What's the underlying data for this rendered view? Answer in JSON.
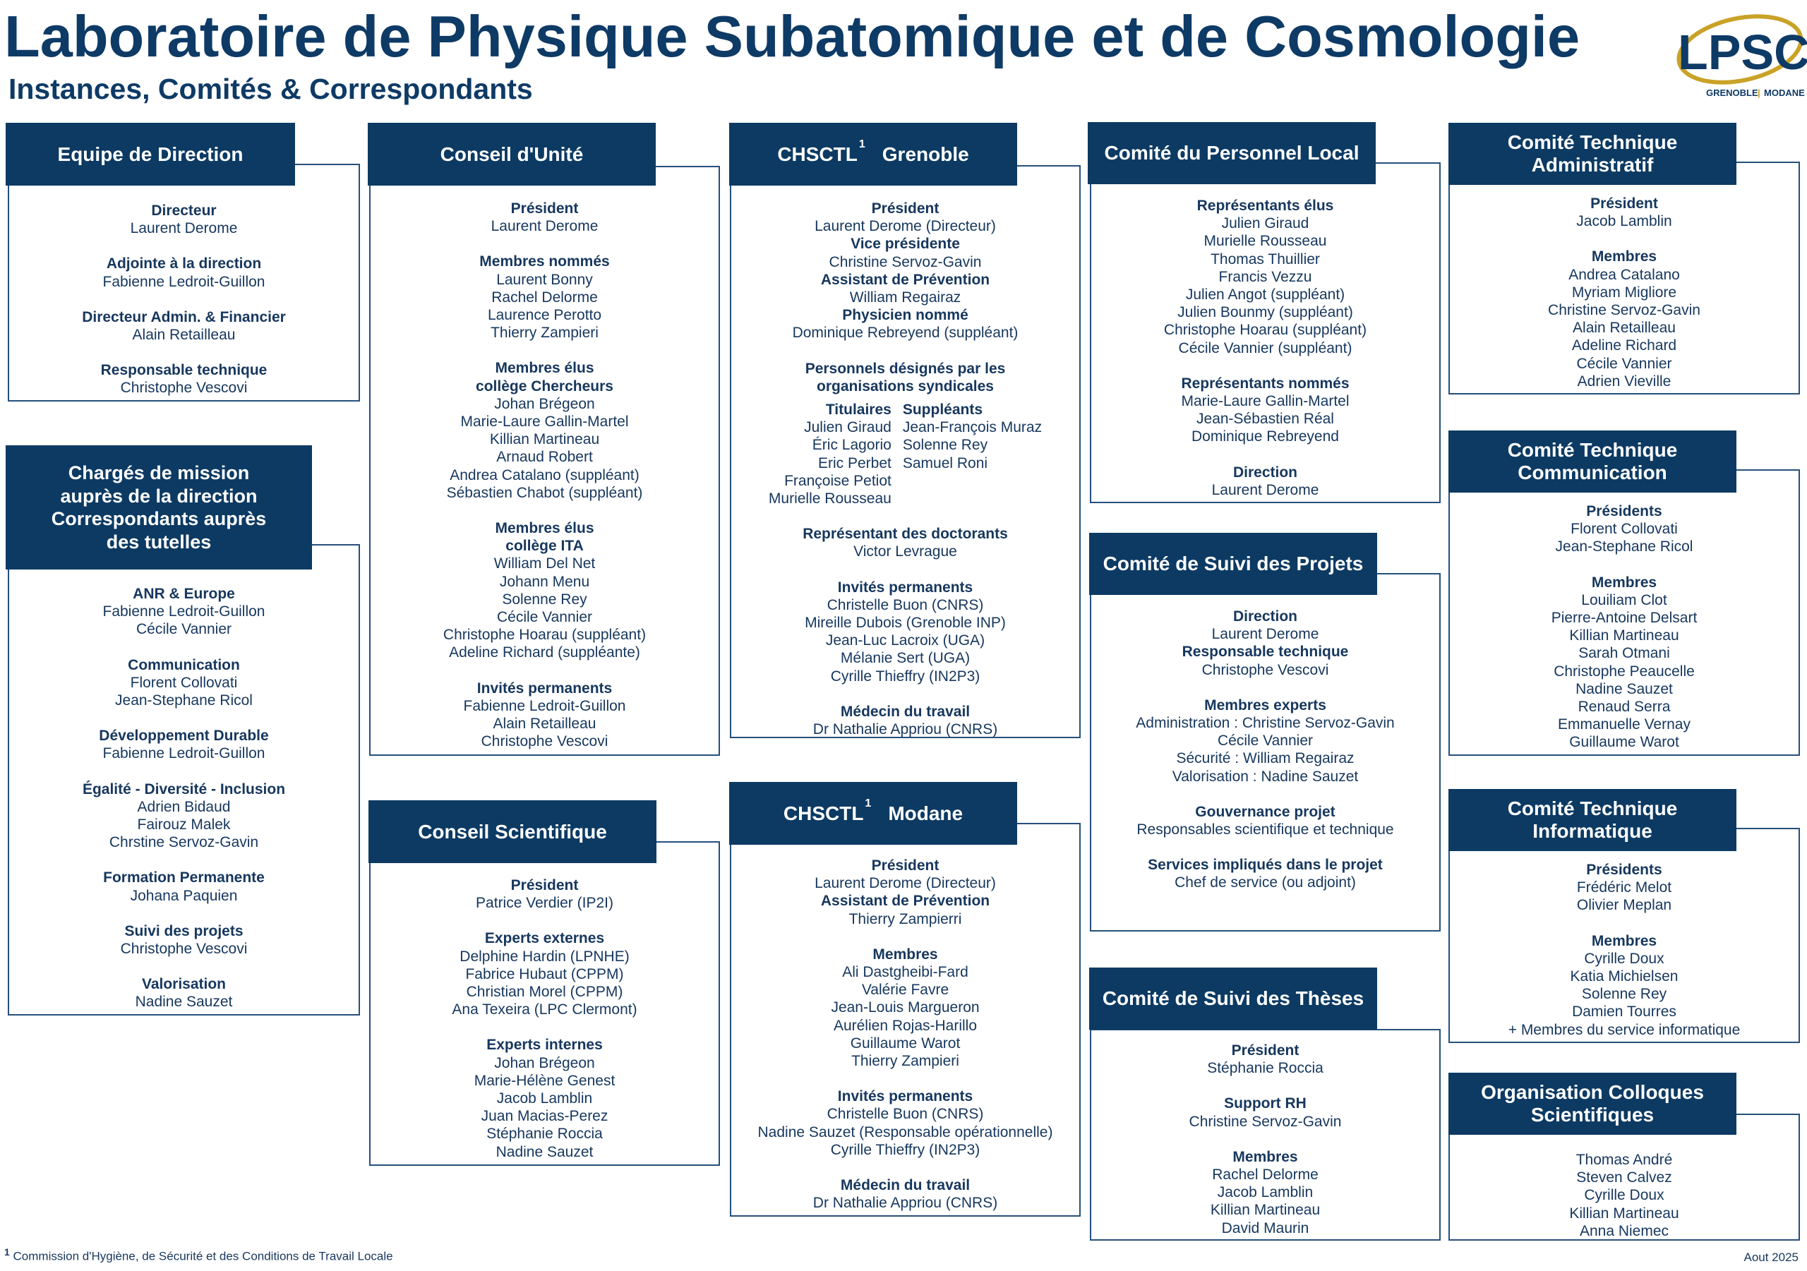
{
  "title": "Laboratoire de Physique Subatomique et de Cosmologie",
  "subtitle": "Instances, Comités & Correspondants",
  "logo": {
    "text": "LPSC",
    "sub_left": "GRENOBLE",
    "sub_right": "MODANE",
    "sep": "|",
    "colors": {
      "blue": "#0e3a66",
      "gold": "#c9a227"
    }
  },
  "colors": {
    "header_bg": "#0c3a63",
    "border": "#26507d",
    "text": "#16375e"
  },
  "panels": {
    "direction": {
      "title": "Equipe de Direction",
      "sections": [
        {
          "label": "Directeur",
          "names": [
            "Laurent Derome"
          ]
        },
        {
          "label": "Adjointe à la direction",
          "names": [
            "Fabienne Ledroit-Guillon"
          ]
        },
        {
          "label": "Directeur Admin. & Financier",
          "names": [
            "Alain Retailleau"
          ]
        },
        {
          "label": "Responsable technique",
          "names": [
            "Christophe Vescovi"
          ]
        }
      ]
    },
    "missions": {
      "title": "Chargés de mission auprès de la direction Correspondants auprès des tutelles",
      "sections": [
        {
          "label": "ANR & Europe",
          "names": [
            "Fabienne Ledroit-Guillon",
            "Cécile Vannier"
          ]
        },
        {
          "label": "Communication",
          "names": [
            "Florent Collovati",
            "Jean-Stephane Ricol"
          ]
        },
        {
          "label": "Développement Durable",
          "names": [
            "Fabienne Ledroit-Guillon"
          ]
        },
        {
          "label": "Égalité - Diversité - Inclusion",
          "names": [
            "Adrien Bidaud",
            "Fairouz Malek",
            "Chrstine Servoz-Gavin"
          ]
        },
        {
          "label": "Formation Permanente",
          "names": [
            "Johana Paquien"
          ]
        },
        {
          "label": "Suivi des projets",
          "names": [
            "Christophe Vescovi"
          ]
        },
        {
          "label": "Valorisation",
          "names": [
            "Nadine Sauzet"
          ]
        }
      ]
    },
    "conseil_unite": {
      "title": "Conseil d'Unité",
      "sections": [
        {
          "label": "Président",
          "names": [
            "Laurent Derome"
          ]
        },
        {
          "label": "Membres nommés",
          "names": [
            "Laurent Bonny",
            "Rachel Delorme",
            "Laurence Perotto",
            "Thierry Zampieri"
          ]
        },
        {
          "label": "Membres élus collège Chercheurs",
          "names": [
            "Johan Brégeon",
            "Marie-Laure Gallin-Martel",
            "Killian Martineau",
            "Arnaud Robert",
            "Andrea Catalano (suppléant)",
            "Sébastien Chabot (suppléant)"
          ]
        },
        {
          "label": "Membres élus collège ITA",
          "names": [
            "William Del Net",
            "Johann Menu",
            "Solenne Rey",
            "Cécile Vannier",
            "Christophe Hoarau (suppléant)",
            "Adeline Richard (suppléante)"
          ]
        },
        {
          "label": "Invités permanents",
          "names": [
            "Fabienne Ledroit-Guillon",
            "Alain Retailleau",
            "Christophe Vescovi"
          ]
        }
      ]
    },
    "conseil_scientifique": {
      "title": "Conseil Scientifique",
      "sections": [
        {
          "label": "Président",
          "names": [
            "Patrice Verdier (IP2I)"
          ]
        },
        {
          "label": "Experts externes",
          "names": [
            "Delphine Hardin (LPNHE)",
            "Fabrice Hubaut (CPPM)",
            "Christian Morel (CPPM)",
            "Ana Texeira (LPC Clermont)"
          ]
        },
        {
          "label": "Experts internes",
          "names": [
            "Johan Brégeon",
            "Marie-Hélène Genest",
            "Jacob Lamblin",
            "Juan Macias-Perez",
            "Stéphanie Roccia",
            "Nadine Sauzet"
          ]
        }
      ]
    },
    "chsctl_grenoble": {
      "title_a": "CHSCTL",
      "sup": "1",
      "title_b": "Grenoble",
      "block1": [
        {
          "label": "Président",
          "names": [
            "Laurent Derome (Directeur)"
          ]
        },
        {
          "label": "Vice présidente",
          "names": [
            "Christine Servoz-Gavin"
          ]
        },
        {
          "label": "Assistant de Prévention",
          "names": [
            "William Regairaz"
          ]
        },
        {
          "label": "Physicien nommé",
          "names": [
            "Dominique Rebreyend (suppléant)"
          ]
        }
      ],
      "designes_label": "Personnels désignés par les organisations syndicales",
      "titulaires_label": "Titulaires",
      "titulaires": [
        "Julien Giraud",
        "Éric Lagorio",
        "Eric Perbet",
        "Françoise Petiot",
        "Murielle Rousseau"
      ],
      "suppleants_label": "Suppléants",
      "suppleants": [
        "Jean-François Muraz",
        "Solenne Rey",
        "Samuel Roni"
      ],
      "sections": [
        {
          "label": "Représentant des doctorants",
          "names": [
            "Victor Levrague"
          ]
        },
        {
          "label": "Invités permanents",
          "names": [
            "Christelle Buon (CNRS)",
            "Mireille Dubois (Grenoble INP)",
            "Jean-Luc Lacroix (UGA)",
            "Mélanie Sert (UGA)",
            "Cyrille Thieffry (IN2P3)"
          ]
        },
        {
          "label": "Médecin du travail",
          "names": [
            "Dr Nathalie Appriou (CNRS)"
          ]
        }
      ]
    },
    "chsctl_modane": {
      "title_a": "CHSCTL",
      "sup": "1",
      "title_b": "Modane",
      "block1": [
        {
          "label": "Président",
          "names": [
            "Laurent Derome (Directeur)"
          ]
        },
        {
          "label": "Assistant de Prévention",
          "names": [
            "Thierry Zampierri"
          ]
        }
      ],
      "sections": [
        {
          "label": "Membres",
          "names": [
            "Ali Dastgheibi-Fard",
            "Valérie Favre",
            "Jean-Louis Margueron",
            "Aurélien Rojas-Harillo",
            "Guillaume Warot",
            "Thierry Zampieri"
          ]
        },
        {
          "label": "Invités permanents",
          "names": [
            "Christelle Buon (CNRS)",
            "Nadine Sauzet (Responsable opérationnelle)",
            "Cyrille Thieffry (IN2P3)"
          ]
        },
        {
          "label": "Médecin du travail",
          "names": [
            "Dr Nathalie Appriou (CNRS)"
          ]
        }
      ]
    },
    "personnel_local": {
      "title": "Comité du Personnel Local",
      "sections": [
        {
          "label": "Représentants élus",
          "names": [
            "Julien Giraud",
            "Murielle Rousseau",
            "Thomas Thuillier",
            "Francis Vezzu",
            "Julien Angot (suppléant)",
            "Julien Bounmy (suppléant)",
            "Christophe Hoarau (suppléant)",
            "Cécile Vannier (suppléant)"
          ]
        },
        {
          "label": "Représentants nommés",
          "names": [
            "Marie-Laure Gallin-Martel",
            "Jean-Sébastien Réal",
            "Dominique Rebreyend"
          ]
        },
        {
          "label": "Direction",
          "names": [
            "Laurent Derome"
          ]
        }
      ]
    },
    "suivi_projets": {
      "title": "Comité de Suivi des Projets",
      "block1": [
        {
          "label": "Direction",
          "names": [
            "Laurent Derome"
          ]
        },
        {
          "label": "Responsable technique",
          "names": [
            "Christophe Vescovi"
          ]
        }
      ],
      "sections": [
        {
          "label": "Membres experts",
          "names": [
            "Administration : Christine Servoz-Gavin",
            "Cécile Vannier",
            "Sécurité : William Regairaz",
            "Valorisation : Nadine Sauzet"
          ]
        },
        {
          "label": "Gouvernance projet",
          "names": [
            "Responsables scientifique et technique"
          ]
        },
        {
          "label": "Services impliqués dans le projet",
          "names": [
            "Chef de service (ou adjoint)"
          ]
        }
      ]
    },
    "suivi_theses": {
      "title": "Comité de Suivi des Thèses",
      "sections": [
        {
          "label": "Président",
          "names": [
            "Stéphanie Roccia"
          ]
        },
        {
          "label": "Support RH",
          "names": [
            "Christine Servoz-Gavin"
          ]
        },
        {
          "label": "Membres",
          "names": [
            "Rachel Delorme",
            "Jacob Lamblin",
            "Killian Martineau",
            "David Maurin"
          ]
        }
      ]
    },
    "ct_admin": {
      "title": "Comité Technique Administratif",
      "sections": [
        {
          "label": "Président",
          "names": [
            "Jacob Lamblin"
          ]
        },
        {
          "label": "Membres",
          "names": [
            "Andrea Catalano",
            "Myriam Migliore",
            "Christine Servoz-Gavin",
            "Alain Retailleau",
            "Adeline Richard",
            "Cécile Vannier",
            "Adrien Vieville"
          ]
        }
      ]
    },
    "ct_comm": {
      "title": "Comité Technique Communication",
      "sections": [
        {
          "label": "Présidents",
          "names": [
            "Florent Collovati",
            "Jean-Stephane Ricol"
          ]
        },
        {
          "label": "Membres",
          "names": [
            "Louiliam Clot",
            "Pierre-Antoine Delsart",
            "Killian Martineau",
            "Sarah Otmani",
            "Christophe Peaucelle",
            "Nadine Sauzet",
            "Renaud Serra",
            "Emmanuelle Vernay",
            "Guillaume Warot"
          ]
        }
      ]
    },
    "ct_info": {
      "title": "Comité Technique Informatique",
      "sections": [
        {
          "label": "Présidents",
          "names": [
            "Frédéric Melot",
            "Olivier Meplan"
          ]
        },
        {
          "label": "Membres",
          "names": [
            "Cyrille Doux",
            "Katia Michielsen",
            "Solenne Rey",
            "Damien Tourres",
            "+ Membres du service informatique"
          ]
        }
      ]
    },
    "colloques": {
      "title": "Organisation Colloques Scientifiques",
      "sections": [
        {
          "label": "",
          "names": [
            "Thomas André",
            "Steven Calvez",
            "Cyrille Doux",
            "Killian Martineau",
            "Anna Niemec"
          ]
        }
      ]
    }
  },
  "footnote": {
    "mark": "1",
    "text": "Commission d'Hygiène, de Sécurité et des Conditions de Travail Locale"
  },
  "date": "Aout 2025"
}
